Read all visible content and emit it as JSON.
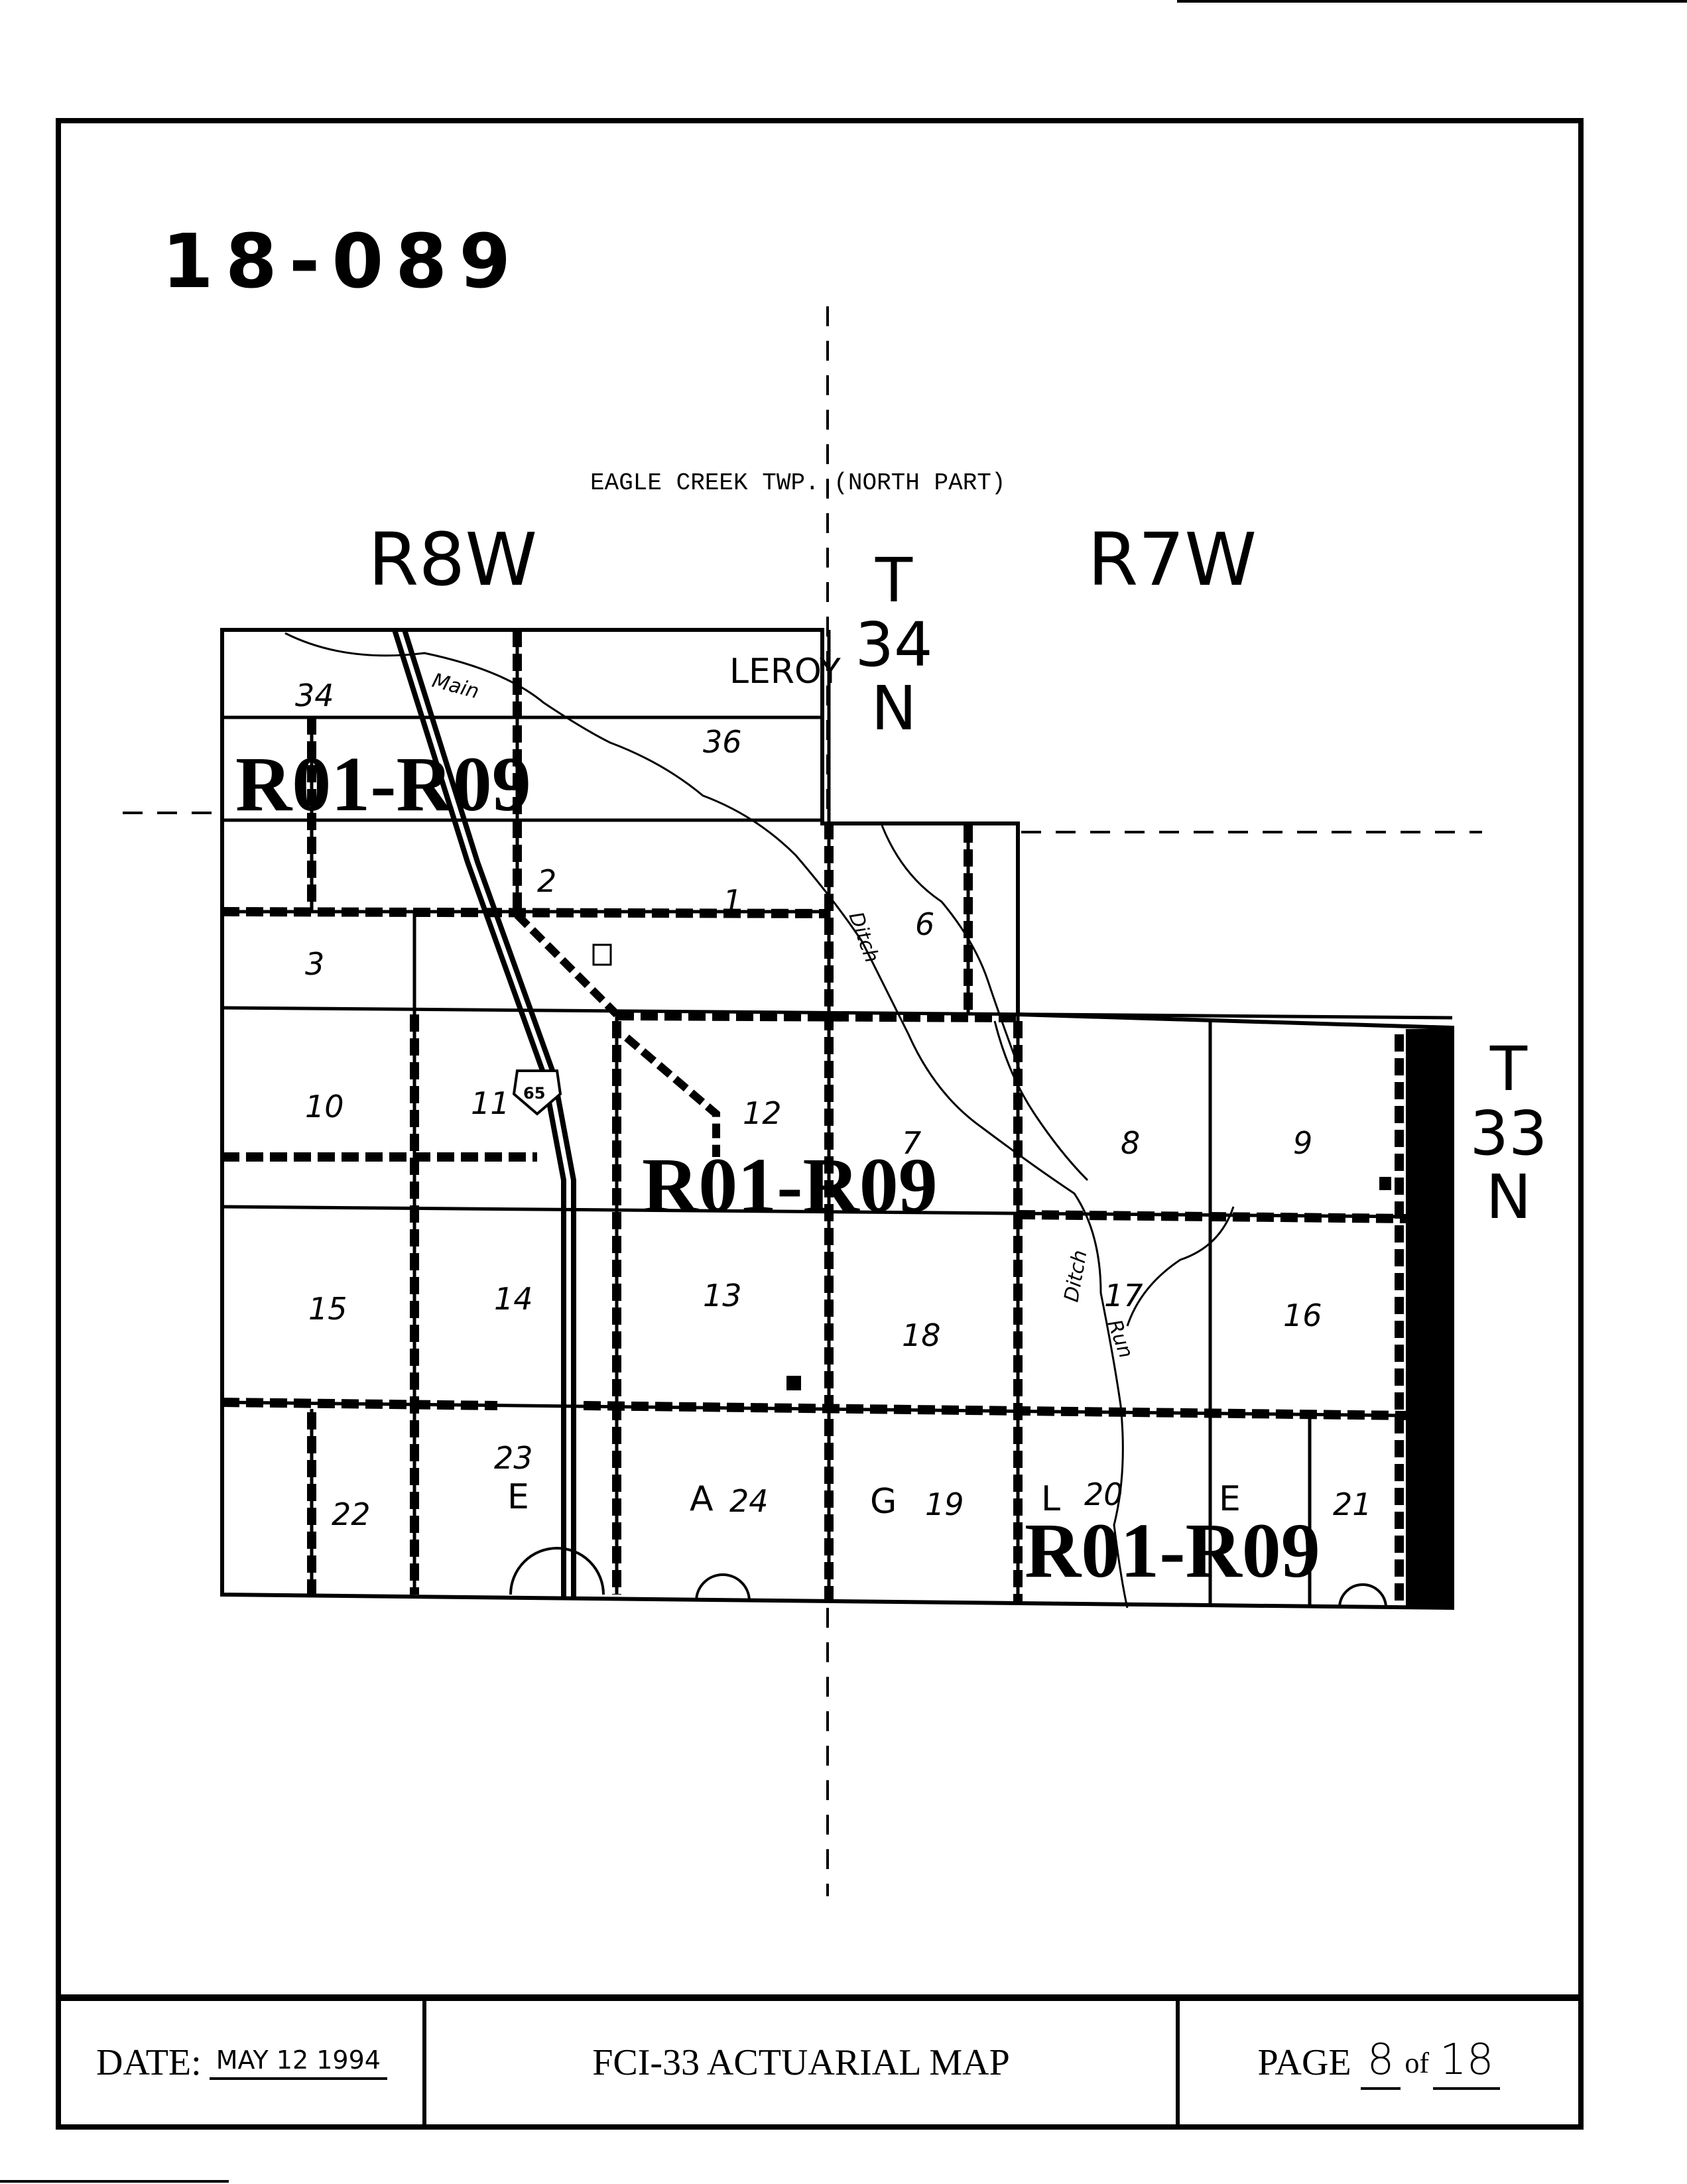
{
  "doc_number": "18-089",
  "map_title": "EAGLE CREEK TWP. (NORTH PART)",
  "ranges": {
    "west": "R8W",
    "east": "R7W"
  },
  "townships": {
    "north": {
      "t": "T",
      "num": "34",
      "n": "N"
    },
    "south": {
      "t": "T",
      "num": "33",
      "n": "N"
    }
  },
  "place_label": "LEROY",
  "highway_shield": "65",
  "water_labels": {
    "main": "Main",
    "ditch1": "Ditch",
    "ditch2": "Ditch",
    "run": "Run"
  },
  "sections": [
    "34",
    "36",
    "2",
    "1",
    "6",
    "3",
    "10",
    "11",
    "12",
    "7",
    "8",
    "9",
    "15",
    "14",
    "13",
    "18",
    "17",
    "16",
    "22",
    "23",
    "24",
    "19",
    "20",
    "21"
  ],
  "rating_zones": [
    "R01-R09",
    "R01-R09",
    "R01-R09"
  ],
  "grid_letters": [
    "E",
    "A",
    "G",
    "L",
    "E"
  ],
  "footer": {
    "date_label": "DATE:",
    "date_value": "MAY 12 1994",
    "form_title": "FCI-33 ACTUARIAL  MAP",
    "page_label": "PAGE",
    "page_num": "8",
    "of_label": "of",
    "page_total": "18"
  }
}
